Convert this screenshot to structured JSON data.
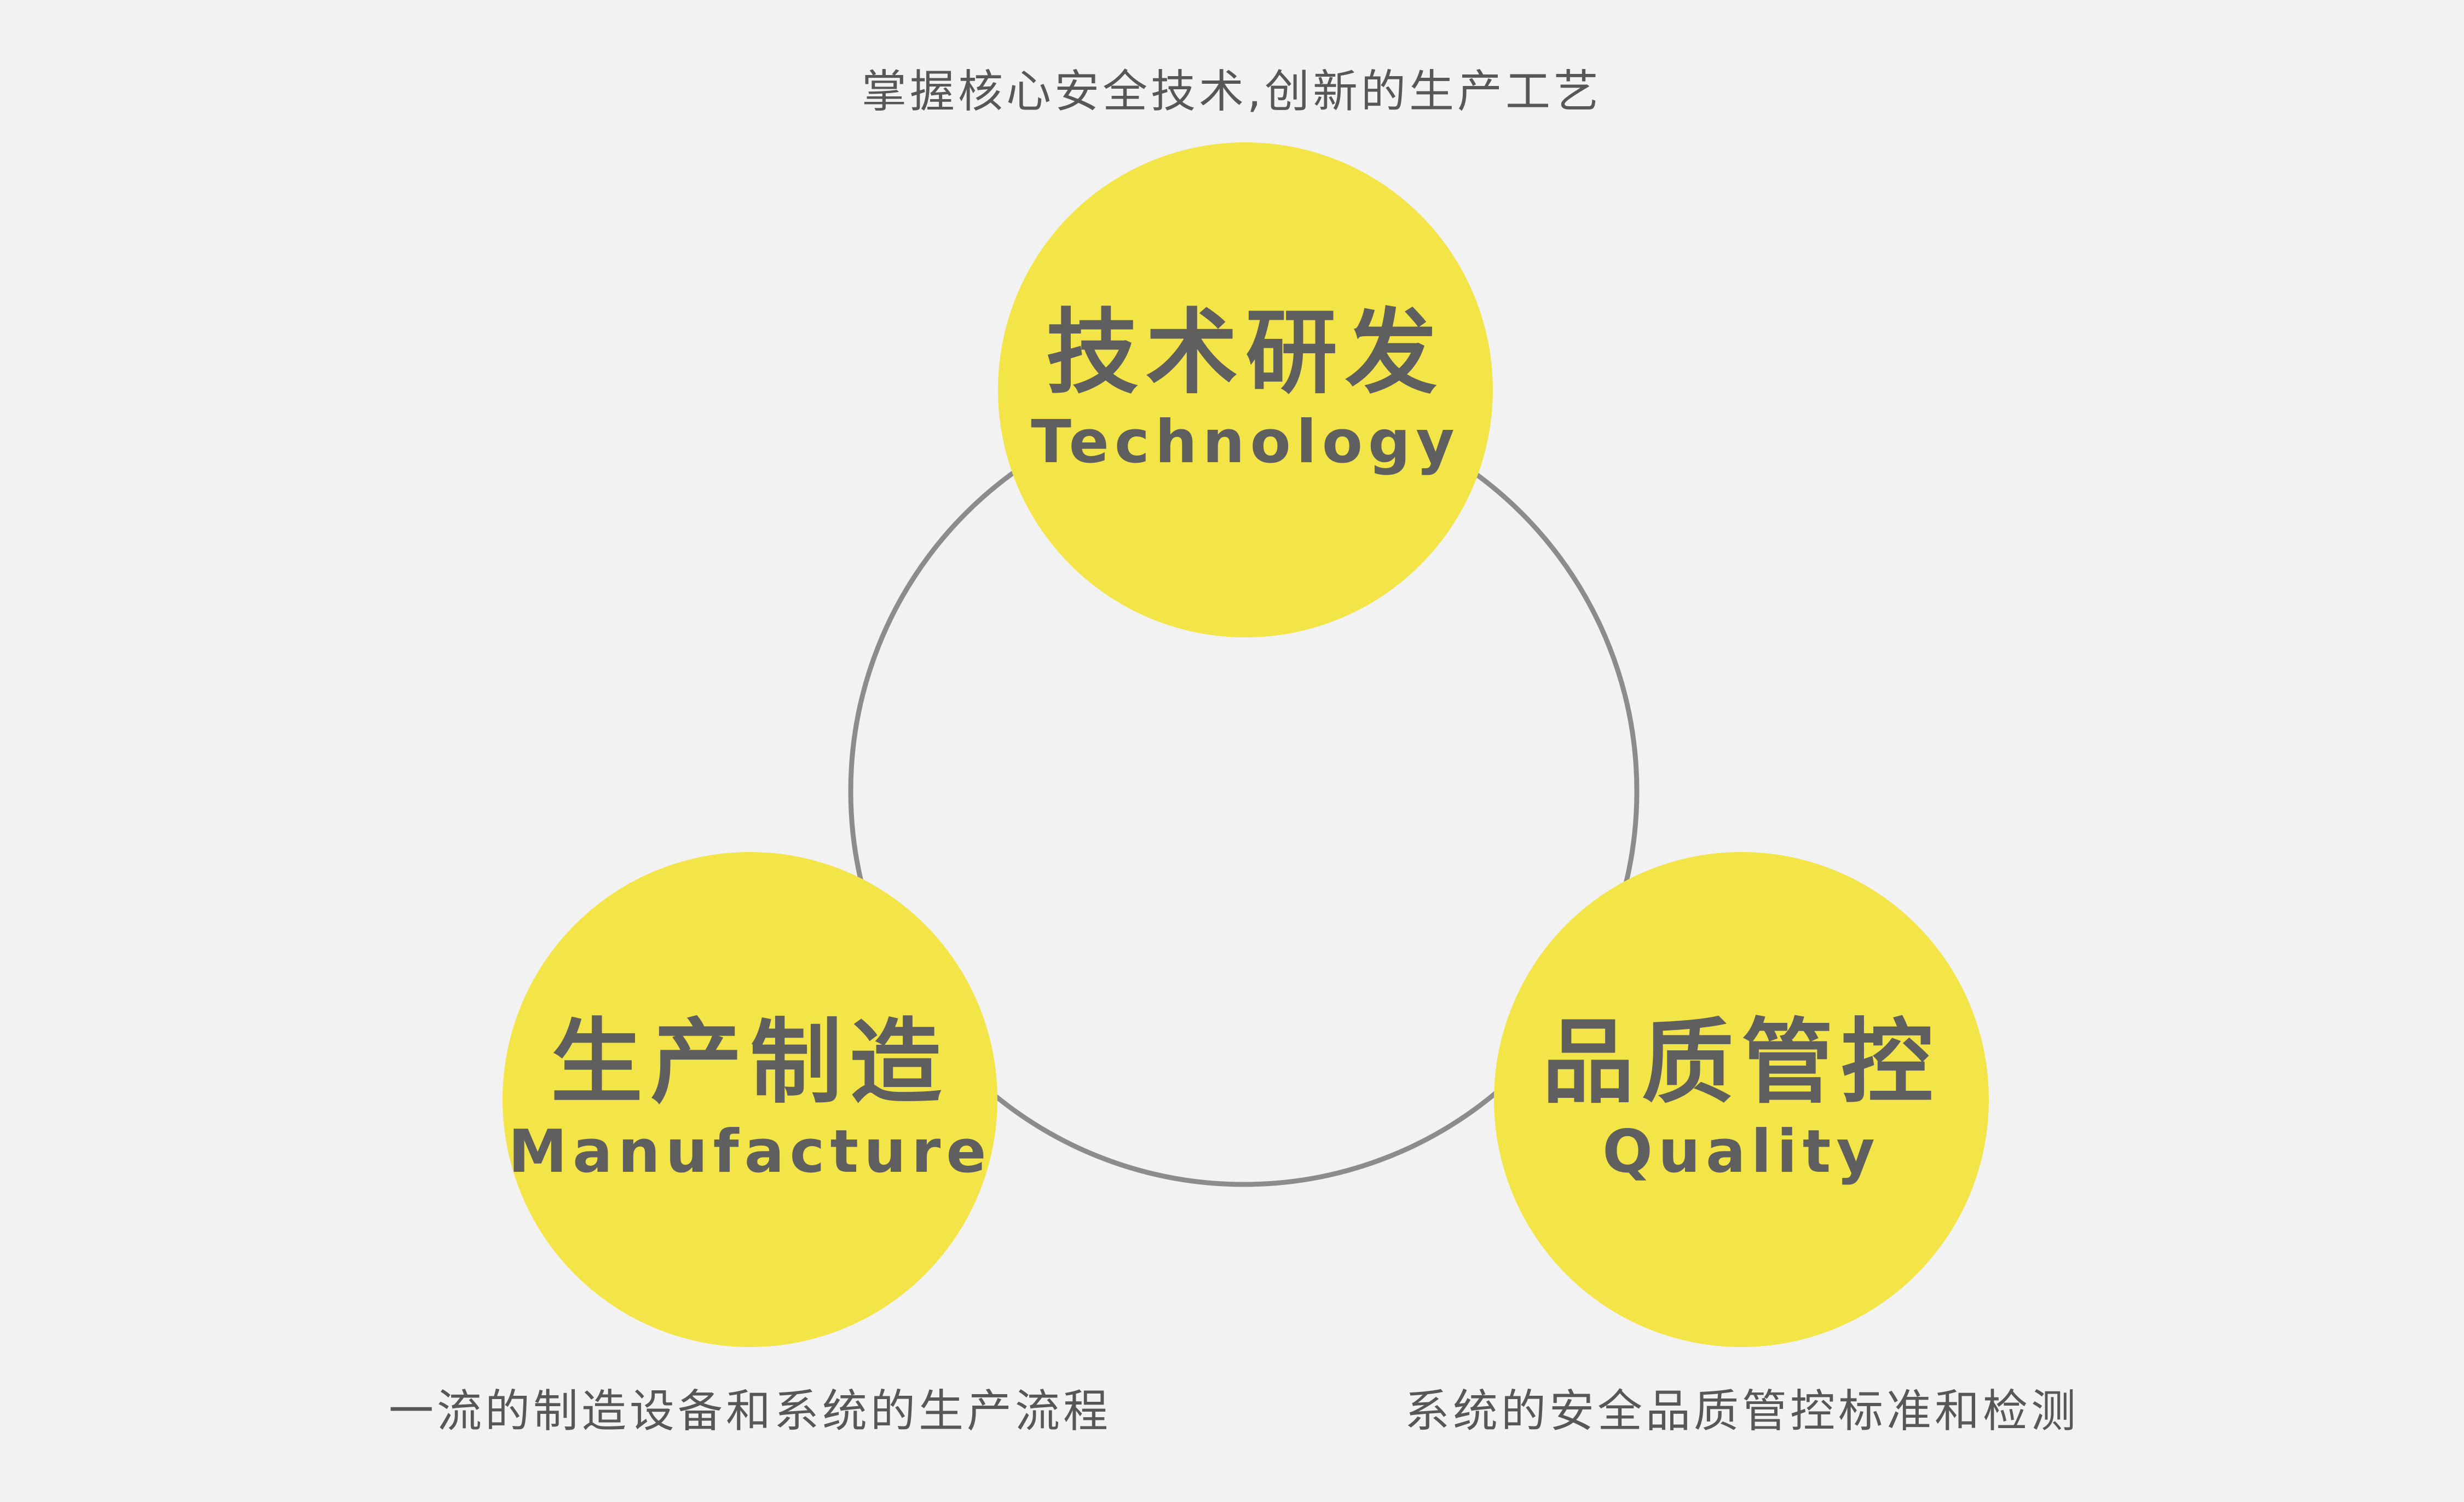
{
  "colors": {
    "background": "#f2f2f2",
    "node_fill": "#f3e447",
    "ring_stroke": "#8c8c8c",
    "text": "#5f5f5f"
  },
  "nodes": {
    "top": {
      "title": "技术研发",
      "subtitle": "Technology",
      "caption": "掌握核心安全技术,创新的生产工艺"
    },
    "left": {
      "title": "生产制造",
      "subtitle": "Manufacture",
      "caption": "一流的制造设备和系统的生产流程"
    },
    "right": {
      "title": "品质管控",
      "subtitle": "Quality",
      "caption": "系统的安全品质管控标准和检测"
    }
  }
}
